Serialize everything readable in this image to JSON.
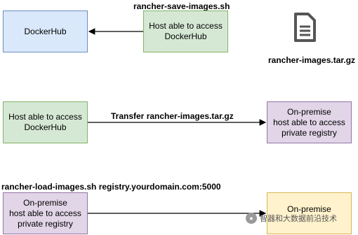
{
  "top": {
    "script_label": "rancher-save-images.sh",
    "dockerhub_box": "DockerHub",
    "host_box": "Host able to access\nDockerHub",
    "file_label": "rancher-images.tar.gz",
    "file_icon": "document-icon"
  },
  "middle": {
    "host_box": "Host able to access\nDockerHub",
    "transfer_label": "Transfer rancher-images.tar.gz",
    "onprem_box": "On-premise\nhost able to access\nprivate registry"
  },
  "bottom": {
    "script_label": "rancher-load-images.sh registry.yourdomain.com:5000",
    "onprem_box": "On-premise\nhost able to access\nprivate registry",
    "target_box": "On-premise"
  },
  "watermark": {
    "text": "智器和大数据前沿技术",
    "icon": "wechat-icon"
  },
  "colors": {
    "blue_fill": "#dae8fc",
    "green_fill": "#d5e8d4",
    "purple_fill": "#e1d5e7",
    "yellow_fill": "#fff2cc"
  }
}
